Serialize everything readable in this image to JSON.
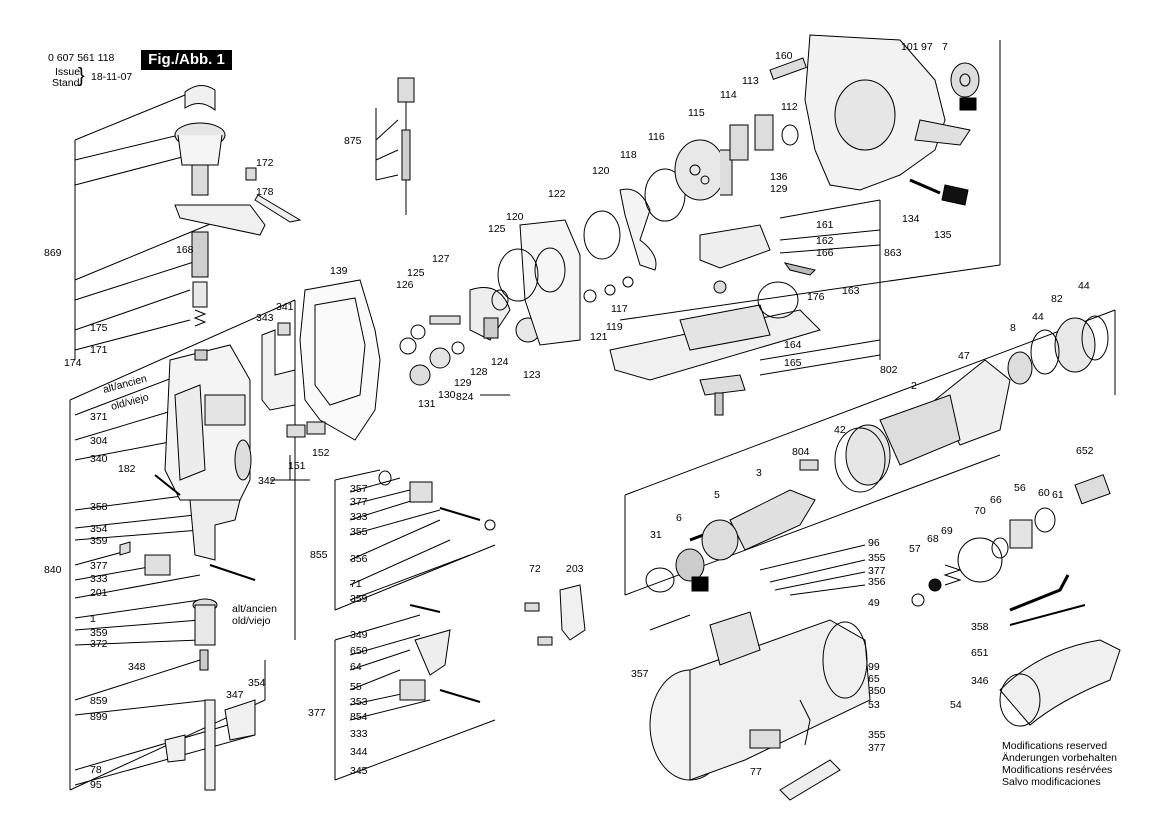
{
  "header": {
    "part_number": "0 607 561 118",
    "figure_label": "Fig./Abb. 1",
    "issue_label": "Issue",
    "stand_label": "Stand",
    "issue_date": "18-11-07"
  },
  "annotations": {
    "old_top": "alt/ancien",
    "old_bottom": "old/viejo",
    "old2_top": "alt/ancien",
    "old2_bottom": "old/viejo"
  },
  "notes": [
    "Modifications reserved",
    "Änderungen vorbehalten",
    "Modifications resérvées",
    "Salvo modificaciones"
  ],
  "part_labels": [
    "160",
    "101",
    "97",
    "7",
    "875",
    "172",
    "178",
    "869",
    "168",
    "114",
    "113",
    "115",
    "112",
    "116",
    "118",
    "136",
    "129",
    "120",
    "122",
    "134",
    "135",
    "120",
    "125",
    "127",
    "161",
    "162",
    "166",
    "863",
    "139",
    "126",
    "125",
    "176",
    "163",
    "44",
    "44",
    "82",
    "341",
    "343",
    "175",
    "171",
    "121",
    "119",
    "117",
    "8",
    "47",
    "174",
    "128",
    "124",
    "123",
    "164",
    "165",
    "129",
    "131",
    "130",
    "824",
    "802",
    "2",
    "371",
    "304",
    "340",
    "42",
    "182",
    "151",
    "152",
    "804",
    "3",
    "342",
    "357",
    "652",
    "377",
    "5",
    "358",
    "333",
    "6",
    "60",
    "61",
    "56",
    "354",
    "355",
    "66",
    "359",
    "70",
    "855",
    "69",
    "840",
    "377",
    "356",
    "68",
    "31",
    "57",
    "333",
    "96",
    "71",
    "355",
    "72",
    "203",
    "201",
    "377",
    "1",
    "356",
    "359",
    "49",
    "359",
    "372",
    "348",
    "349",
    "358",
    "651",
    "650",
    "357",
    "99",
    "65",
    "64",
    "354",
    "347",
    "346",
    "859",
    "350",
    "53",
    "54",
    "55",
    "899",
    "377",
    "353",
    "854",
    "333",
    "355",
    "377",
    "77",
    "78",
    "95",
    "344",
    "345",
    "356",
    "359"
  ]
}
